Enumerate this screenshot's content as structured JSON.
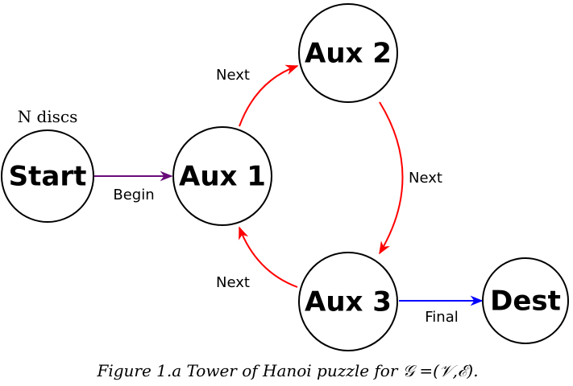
{
  "nodes": {
    "start": "Start",
    "aux1": "Aux 1",
    "aux2": "Aux 2",
    "aux3": "Aux 3",
    "dest": "Dest"
  },
  "annotation": "N discs",
  "edges": {
    "begin": {
      "label": "Begin",
      "color": "#6a0a7a"
    },
    "aux1_aux2": {
      "label": "Next",
      "color": "#ff0000"
    },
    "aux2_aux3": {
      "label": "Next",
      "color": "#ff0000"
    },
    "aux3_aux1": {
      "label": "Next",
      "color": "#ff0000"
    },
    "final": {
      "label": "Final",
      "color": "#0000ff"
    }
  },
  "caption": "Figure 1.a Tower of Hanoi puzzle for 𝒢 =(𝒱,ℰ)."
}
